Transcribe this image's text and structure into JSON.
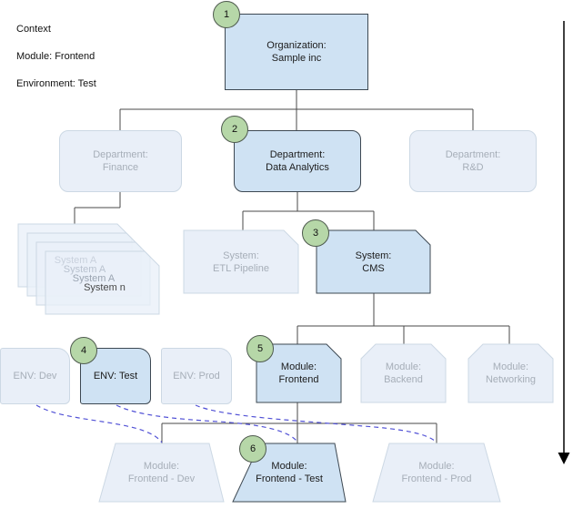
{
  "context": {
    "line1": "Context",
    "line2": "Module: Frontend",
    "line3": "Environment: Test"
  },
  "steps": {
    "s1": "1",
    "s2": "2",
    "s3": "3",
    "s4": "4",
    "s5": "5",
    "s6": "6"
  },
  "nodes": {
    "organization": {
      "line1": "Organization:",
      "line2": "Sample inc"
    },
    "dept_finance": {
      "line1": "Department:",
      "line2": "Finance"
    },
    "dept_data_analytics": {
      "line1": "Department:",
      "line2": "Data Analytics"
    },
    "dept_rnd": {
      "line1": "Department:",
      "line2": "R&D"
    },
    "system_stack": {
      "items": [
        "System A",
        "System A",
        "System A",
        "System n"
      ]
    },
    "system_etl": {
      "line1": "System:",
      "line2": "ETL Pipeline"
    },
    "system_cms": {
      "line1": "System:",
      "line2": "CMS"
    },
    "env_dev": {
      "label": "ENV: Dev"
    },
    "env_test": {
      "label": "ENV: Test"
    },
    "env_prod": {
      "label": "ENV: Prod"
    },
    "module_frontend": {
      "line1": "Module:",
      "line2": "Frontend"
    },
    "module_backend": {
      "line1": "Module:",
      "line2": "Backend"
    },
    "module_networking": {
      "line1": "Module:",
      "line2": "Networking"
    },
    "deploy_dev": {
      "line1": "Module:",
      "line2": "Frontend - Dev"
    },
    "deploy_test": {
      "line1": "Module:",
      "line2": "Frontend - Test"
    },
    "deploy_prod": {
      "line1": "Module:",
      "line2": "Frontend - Prod"
    }
  },
  "colors": {
    "highlight_fill": "#cfe2f3",
    "highlight_border": "#3d4852",
    "faded_fill": "#e9eff8",
    "faded_border": "#ccd8e4",
    "faded_text": "#a6aeb8",
    "step_circle_fill": "#b6d7a8",
    "dashed_line": "#5252d6",
    "connector": "#4a4a4a"
  }
}
